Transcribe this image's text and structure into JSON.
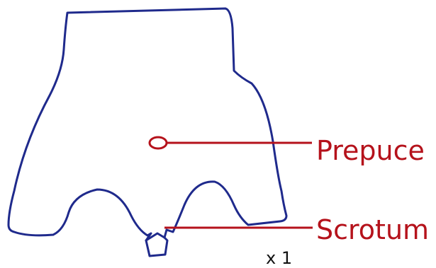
{
  "labels": {
    "prepuce": "Prepuce",
    "scrotum": "Scrotum"
  },
  "scale": "x 1",
  "colors": {
    "outline": "#1f2a8c",
    "label": "#b5121b",
    "scale_text": "#111111"
  }
}
